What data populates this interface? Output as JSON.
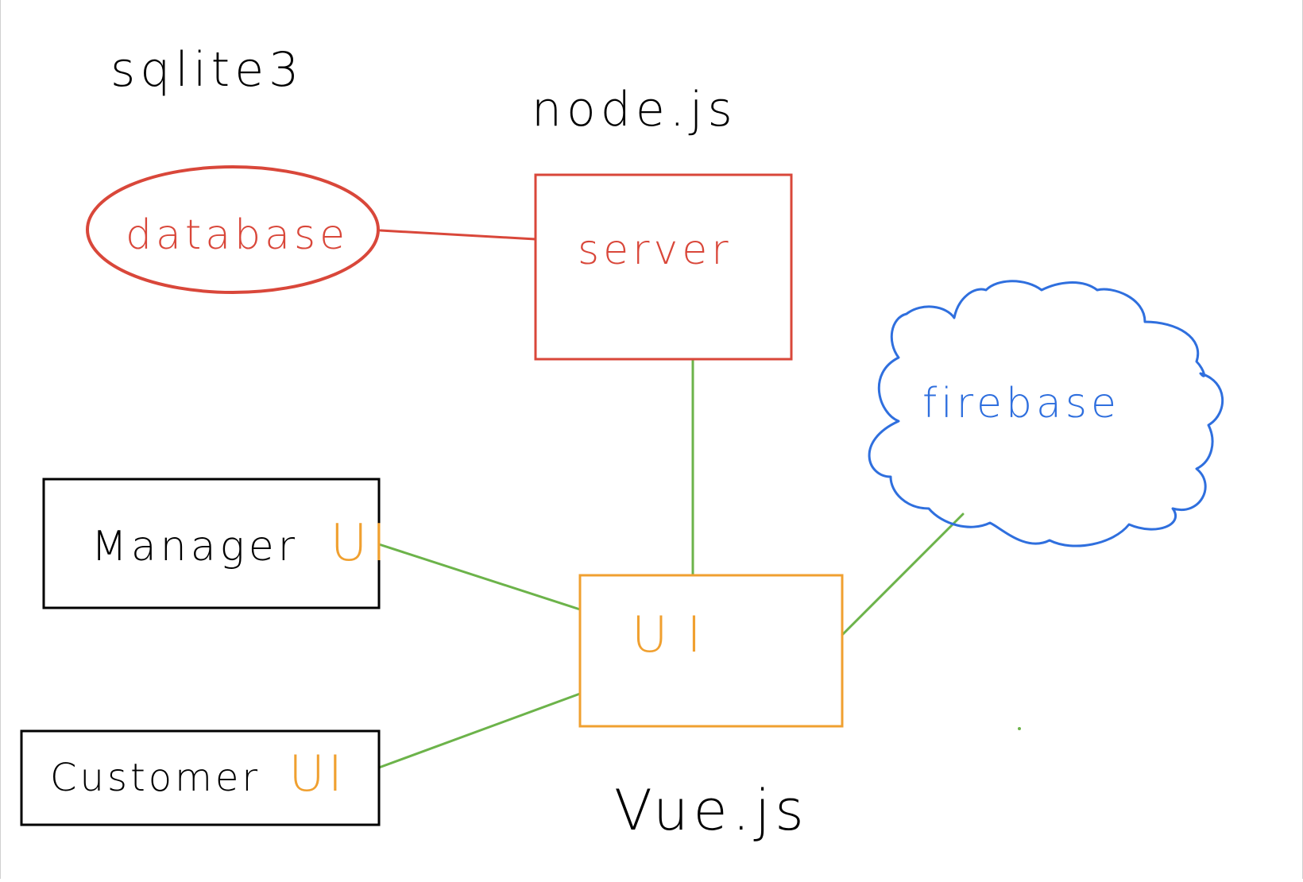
{
  "annotations": {
    "sqlite": "sqlite3",
    "node": "node.js",
    "vue": "Vue.js"
  },
  "nodes": {
    "database": {
      "label": "database",
      "shape": "ellipse",
      "color": "#d9473a"
    },
    "server": {
      "label": "server",
      "shape": "rectangle",
      "color": "#d9473a"
    },
    "firebase": {
      "label": "firebase",
      "shape": "cloud",
      "color": "#2f6fde"
    },
    "ui": {
      "label": "UI",
      "shape": "rectangle",
      "color": "#f0a030"
    },
    "manager_ui": {
      "label_main": "Manager",
      "label_accent": "UI",
      "shape": "rectangle",
      "color": "#000000",
      "accent_color": "#f0a030"
    },
    "customer_ui": {
      "label_main": "Customer",
      "label_accent": "UI",
      "shape": "rectangle",
      "color": "#000000",
      "accent_color": "#f0a030"
    }
  },
  "edges": [
    {
      "from": "database",
      "to": "server",
      "color": "#d9473a"
    },
    {
      "from": "server",
      "to": "ui",
      "color": "#6cb34a"
    },
    {
      "from": "manager_ui",
      "to": "ui",
      "color": "#6cb34a"
    },
    {
      "from": "customer_ui",
      "to": "ui",
      "color": "#6cb34a"
    },
    {
      "from": "firebase",
      "to": "ui",
      "color": "#6cb34a"
    }
  ]
}
